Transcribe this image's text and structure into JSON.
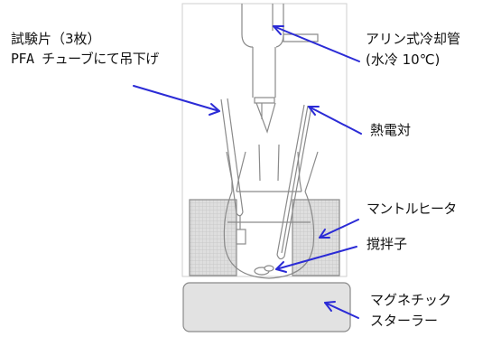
{
  "labels": {
    "specimen_line1": "試験片（3枚）",
    "specimen_line2": "PFA チューブにて吊下げ",
    "condenser_line1": "アリン式冷却管",
    "condenser_line2": "(水冷 10℃)",
    "thermocouple": "熱電対",
    "mantle_heater": "マントルヒータ",
    "stirrer_bar": "撹拌子",
    "magnetic_stirrer_line1": "マグネチック",
    "magnetic_stirrer_line2": "スターラー"
  },
  "colors": {
    "arrow": "#2b2bd6",
    "outline": "#8a8a8a",
    "heater_fill": "#dcdcdc",
    "stirrer_fill": "#e2e2e2",
    "text": "#111111"
  }
}
